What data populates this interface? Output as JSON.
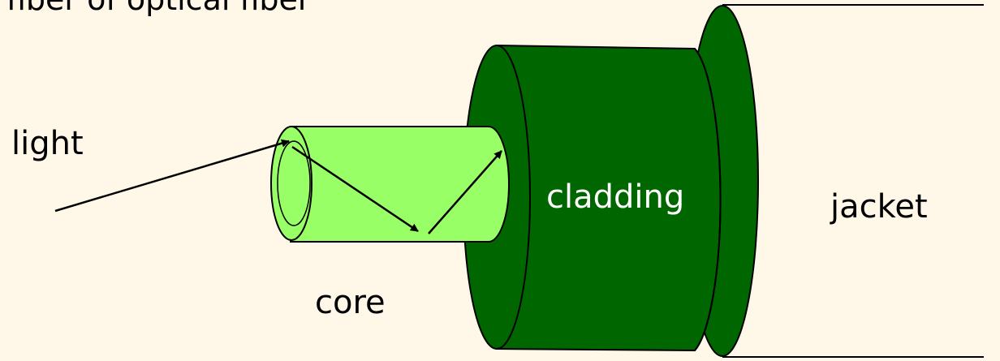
{
  "diagram": {
    "top_text_fragment": "fiber of optical fiber",
    "labels": {
      "light": "light",
      "core": "core",
      "cladding": "cladding",
      "jacket": "jacket"
    },
    "colors": {
      "background": "#fff8e8",
      "core_fill": "#99ff66",
      "cladding_fill": "#006600",
      "outline": "#000000"
    }
  }
}
